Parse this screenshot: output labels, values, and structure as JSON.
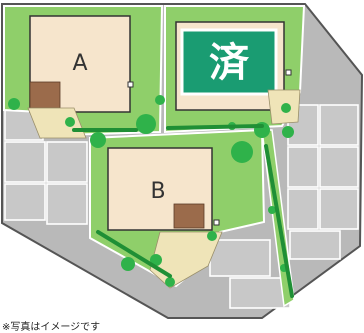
{
  "lots": [
    {
      "id": "A",
      "label": "A",
      "status_badge": ""
    },
    {
      "id": "sold",
      "label": "",
      "status_badge": "済"
    },
    {
      "id": "B",
      "label": "B",
      "status_badge": ""
    }
  ],
  "note": "※写真はイメージです",
  "colors": {
    "lawn": "#8fcf6a",
    "lawn_dark": "#6fb84e",
    "road": "#c3c3c3",
    "plot_outline": "#ffffff",
    "house": "#f6e5cc",
    "badge": "#1a9c72",
    "brick": "#9b6b4b",
    "paving": "#efe4b8",
    "tree": "#2fb24a"
  }
}
